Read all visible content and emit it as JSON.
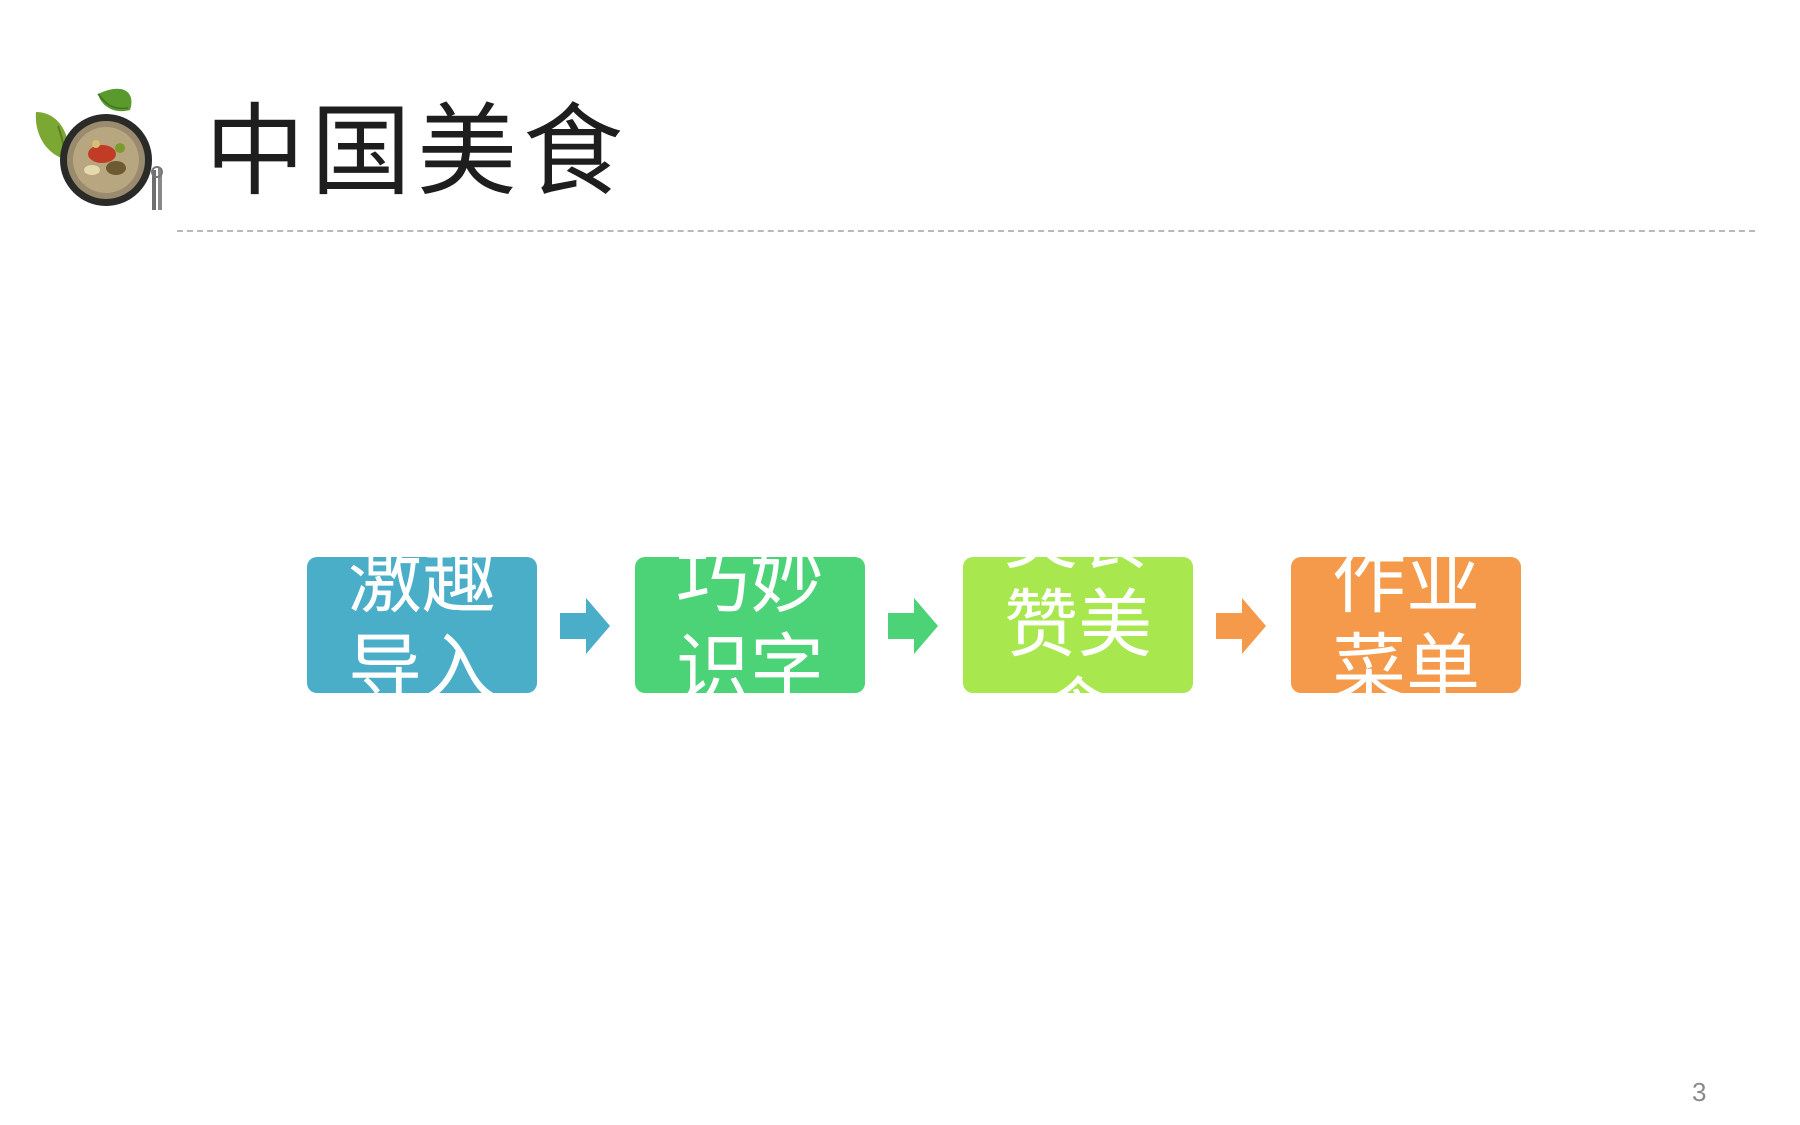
{
  "header": {
    "title": "中国美食"
  },
  "flow": {
    "steps": [
      {
        "label": "激趣导入",
        "color": "#4aaec8"
      },
      {
        "label": "巧妙识字",
        "color": "#4cd377"
      },
      {
        "label": "美食赞美食",
        "color": "#a8e84e"
      },
      {
        "label": "作业菜单",
        "color": "#f59a4a"
      }
    ],
    "arrow_colors": [
      "#4aaec8",
      "#4cd377",
      "#f59a4a"
    ]
  },
  "footer": {
    "page_number": "3"
  }
}
